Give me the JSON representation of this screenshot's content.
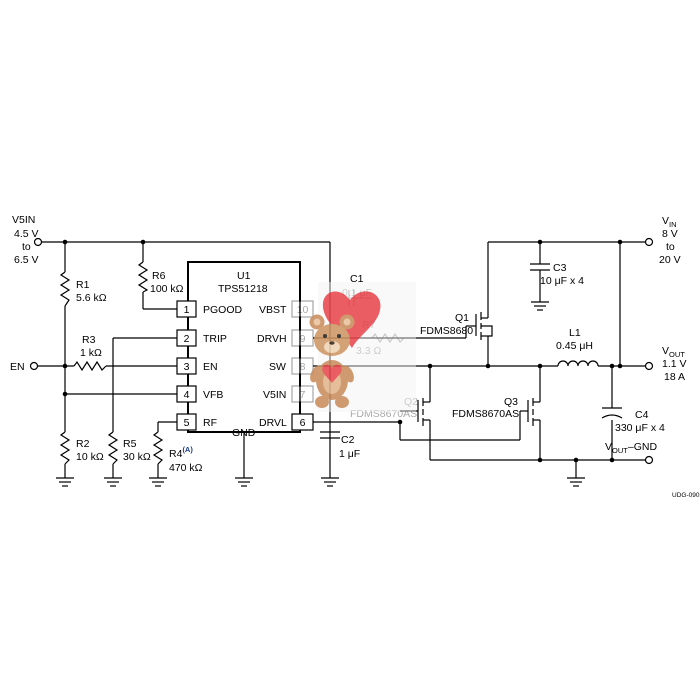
{
  "inputs": {
    "v5in": {
      "name": "V5IN",
      "lines": [
        "4.5 V",
        "to",
        "6.5 V"
      ]
    },
    "vin": {
      "name": "V",
      "sub": "IN",
      "lines": [
        "8 V",
        "to",
        "20 V"
      ]
    },
    "en": "EN"
  },
  "outputs": {
    "vout": {
      "name": "V",
      "sub": "OUT",
      "lines": [
        "1.1 V",
        "18 A"
      ]
    },
    "vout_gnd": {
      "name": "V",
      "sub": "OUT",
      "suffix": "–GND"
    }
  },
  "ic": {
    "ref": "U1",
    "part": "TPS51218",
    "gnd": "GND",
    "left_pins": [
      {
        "num": "1",
        "name": "PGOOD"
      },
      {
        "num": "2",
        "name": "TRIP"
      },
      {
        "num": "3",
        "name": "EN"
      },
      {
        "num": "4",
        "name": "VFB"
      },
      {
        "num": "5",
        "name": "RF"
      }
    ],
    "right_pins": [
      {
        "num": "10",
        "name": "VBST"
      },
      {
        "num": "9",
        "name": "DRVH"
      },
      {
        "num": "8",
        "name": "SW"
      },
      {
        "num": "7",
        "name": "V5IN"
      },
      {
        "num": "6",
        "name": "DRVL"
      }
    ]
  },
  "components": {
    "r1": {
      "ref": "R1",
      "value": "5.6 kΩ"
    },
    "r2": {
      "ref": "R2",
      "value": "10 kΩ"
    },
    "r3": {
      "ref": "R3",
      "value": "1 kΩ"
    },
    "r4": {
      "ref": "R4",
      "note": "(A)",
      "value": "470 kΩ"
    },
    "r5": {
      "ref": "R5",
      "value": "30 kΩ"
    },
    "r6": {
      "ref": "R6",
      "value": "100 kΩ"
    },
    "r7": {
      "ref": "R7",
      "value": "3.3 Ω"
    },
    "c1": {
      "ref": "C1",
      "value": "0.1 μF"
    },
    "c2": {
      "ref": "C2",
      "value": "1 μF"
    },
    "c3": {
      "ref": "C3",
      "value": "10 μF x 4"
    },
    "c4": {
      "ref": "C4",
      "value": "330 μF x 4"
    },
    "l1": {
      "ref": "L1",
      "value": "0.45 μH"
    },
    "q1": {
      "ref": "Q1",
      "part": "FDMS8680"
    },
    "q2": {
      "ref": "Q2",
      "part": "FDMS8670AS"
    },
    "q3": {
      "ref": "Q3",
      "part": "FDMS8670AS"
    }
  },
  "doc_id": "UDG-090",
  "watermark": {
    "icon": "teddy-bear-with-heart-icon",
    "heart_color": "#e8474e",
    "bear_color": "#c98d5d"
  }
}
